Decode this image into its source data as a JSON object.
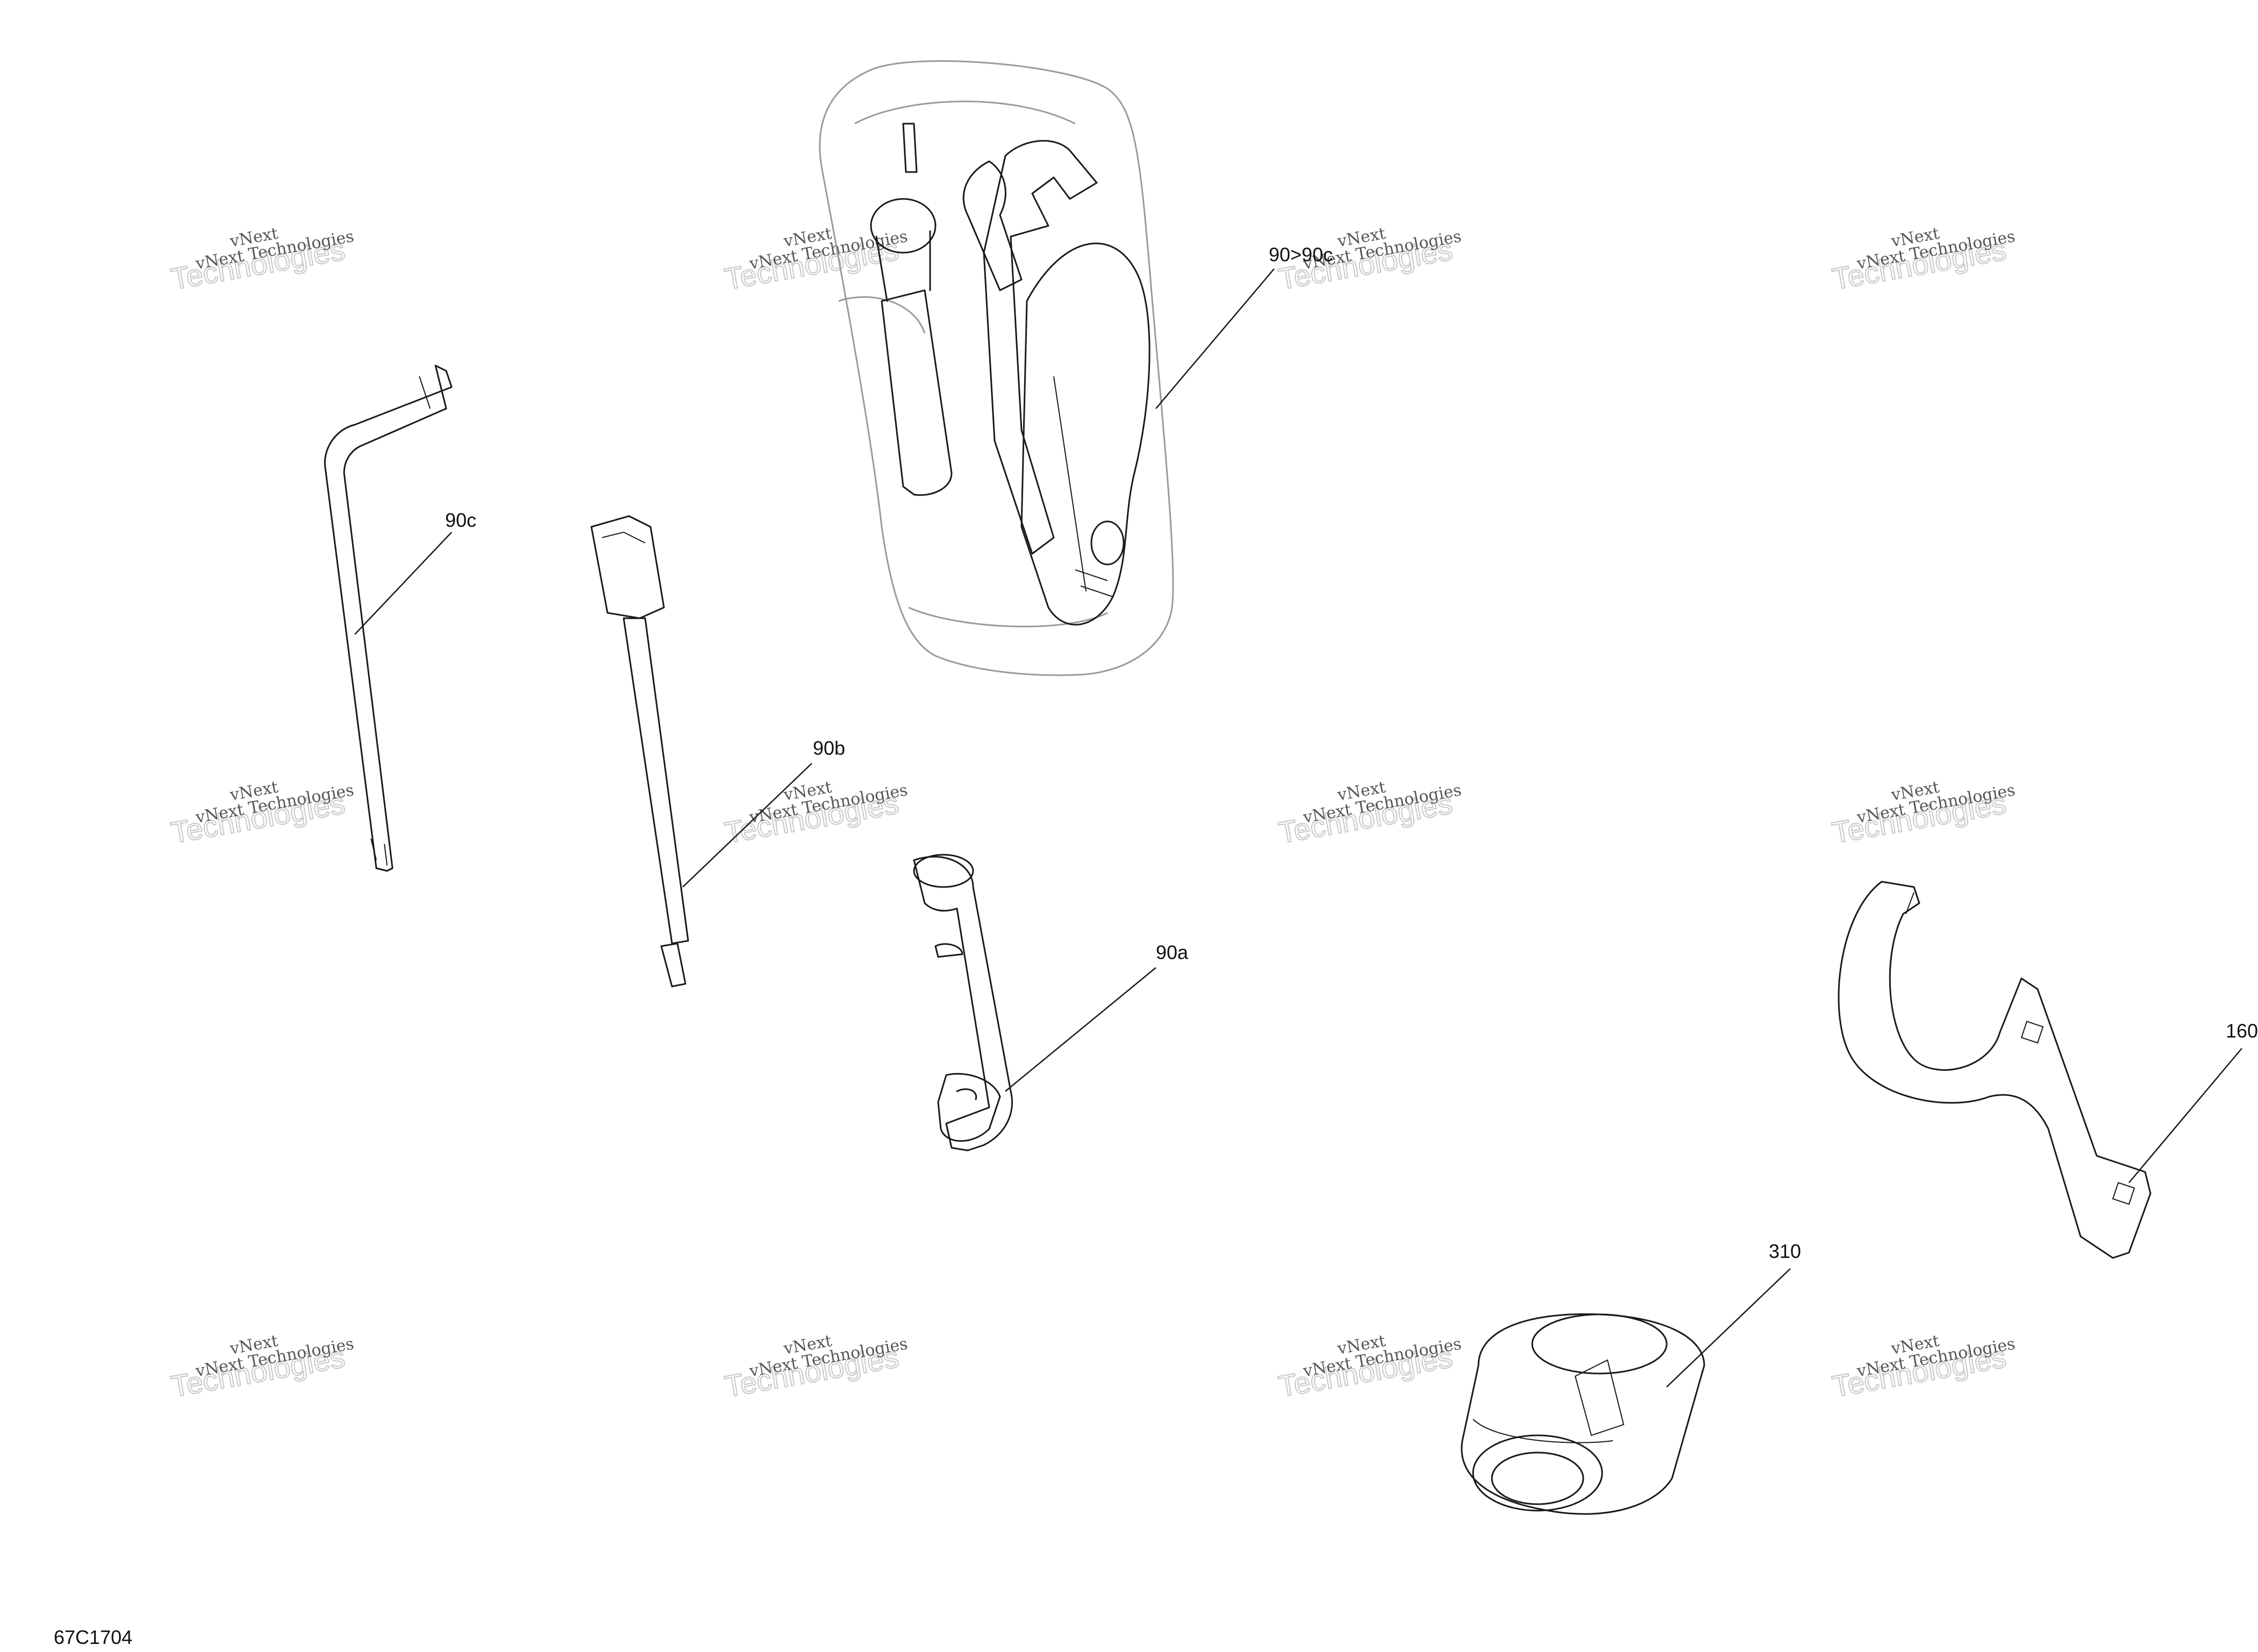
{
  "callouts": {
    "kit": "90>90c",
    "hex_key": "90c",
    "extension": "90b",
    "socket_wrench": "90a",
    "spanner": "160",
    "nut": "310"
  },
  "watermark": {
    "line1": "vNext",
    "line2": "Technologies",
    "line3": "vNext Technologies"
  },
  "figure_code": "67C1704"
}
